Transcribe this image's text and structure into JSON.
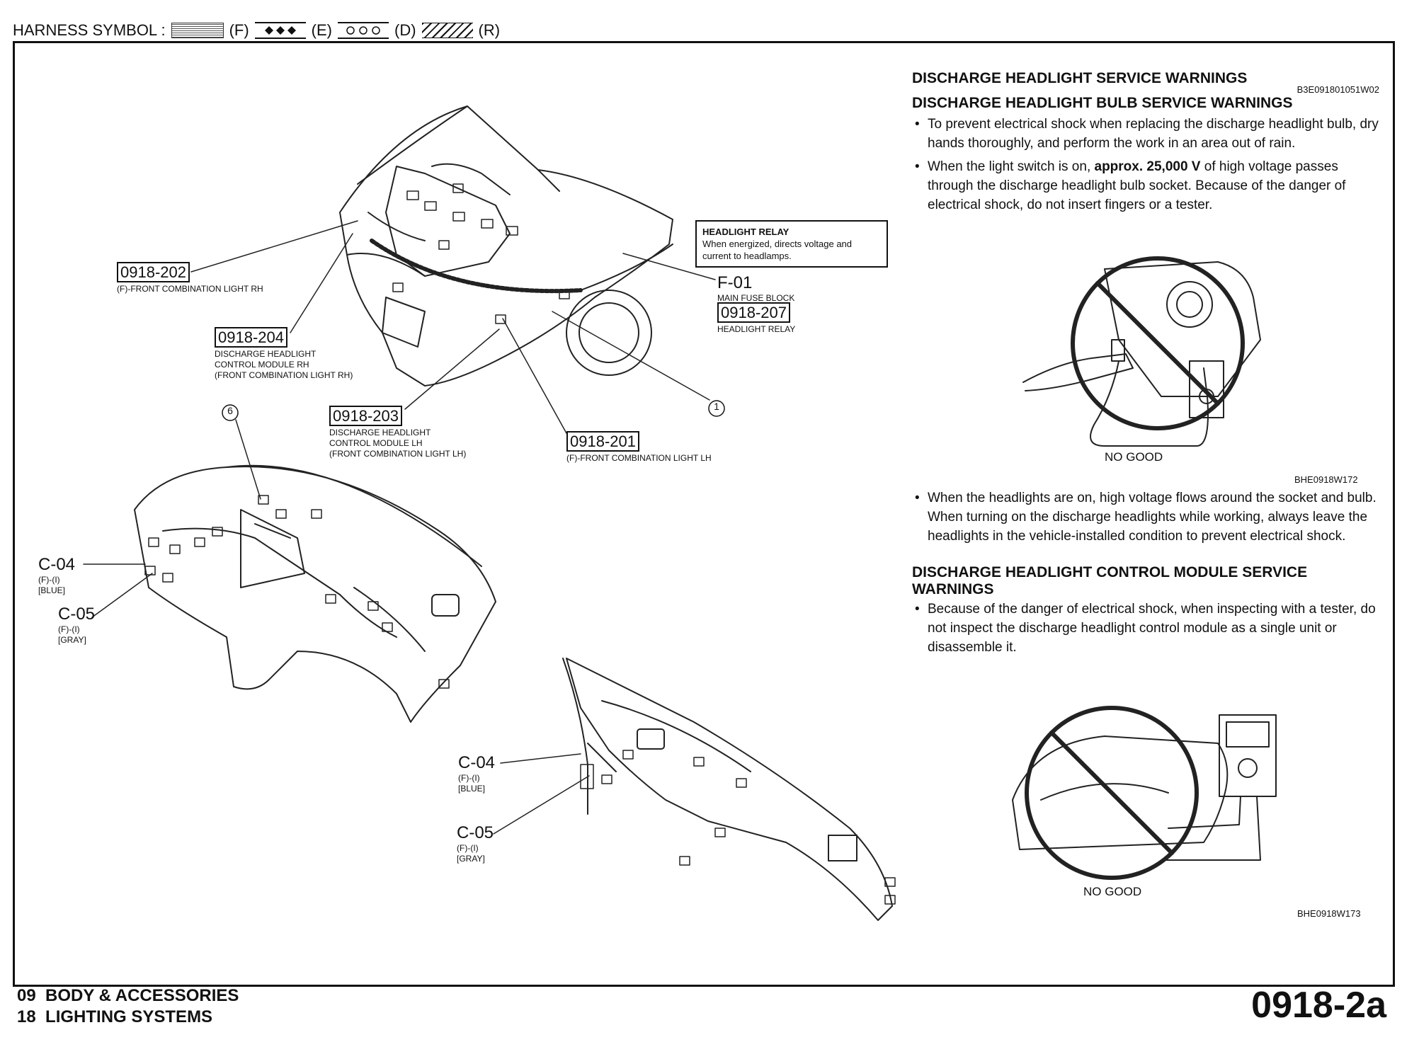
{
  "harness": {
    "label": "HARNESS SYMBOL :",
    "symbols": [
      {
        "code": "(F)"
      },
      {
        "code": "(E)"
      },
      {
        "code": "(D)"
      },
      {
        "code": "(R)"
      }
    ]
  },
  "diagram": {
    "relay_callout": {
      "title": "HEADLIGHT RELAY",
      "text": "When energized, directs voltage and current to headlamps."
    },
    "labels": {
      "l202_code": "0918-202",
      "l202_desc": "(F)-FRONT COMBINATION LIGHT RH",
      "l204_code": "0918-204",
      "l204_desc1": "DISCHARGE HEADLIGHT",
      "l204_desc2": "CONTROL MODULE RH",
      "l204_desc3": "(FRONT COMBINATION LIGHT RH)",
      "l203_code": "0918-203",
      "l203_desc1": "DISCHARGE HEADLIGHT",
      "l203_desc2": "CONTROL MODULE LH",
      "l203_desc3": "(FRONT COMBINATION LIGHT LH)",
      "l201_code": "0918-201",
      "l201_desc": "(F)-FRONT COMBINATION LIGHT LH",
      "f01_code": "F-01",
      "f01_desc": "MAIN FUSE BLOCK",
      "l207_code": "0918-207",
      "l207_desc": "HEADLIGHT RELAY",
      "circle1": "1",
      "circle6": "6",
      "c04a_code": "C-04",
      "c04a_sub1": "(F)-(I)",
      "c04a_sub2": "[BLUE]",
      "c05a_code": "C-05",
      "c05a_sub1": "(F)-(I)",
      "c05a_sub2": "[GRAY]",
      "c04b_code": "C-04",
      "c04b_sub1": "(F)-(I)",
      "c04b_sub2": "[BLUE]",
      "c05b_code": "C-05",
      "c05b_sub1": "(F)-(I)",
      "c05b_sub2": "[GRAY]"
    }
  },
  "warnings": {
    "title_main": "DISCHARGE HEADLIGHT SERVICE WARNINGS",
    "ref_main": "B3E091801051W02",
    "title_bulb": "DISCHARGE HEADLIGHT BULB SERVICE WARNINGS",
    "bullet1": "To prevent electrical shock when replacing the discharge headlight bulb, dry hands thoroughly, and perform the work in an area out of rain.",
    "bullet2_pre": "When the light switch is on, ",
    "bullet2_bold": "approx. 25,000 V",
    "bullet2_post": " of high voltage passes through the discharge headlight bulb socket. Because of the danger of electrical shock, do not insert fingers or a tester.",
    "fig1_caption": "NO GOOD",
    "fig1_ref": "BHE0918W172",
    "bullet3": "When the headlights are on, high voltage flows around the socket and bulb. When turning on the discharge headlights while working, always leave the headlights in the vehicle-installed condition to prevent electrical shock.",
    "title_module": "DISCHARGE HEADLIGHT CONTROL MODULE SERVICE WARNINGS",
    "bullet4": "Because of the danger of electrical shock, when inspecting with a tester, do not inspect the discharge headlight control module as a single unit or disassemble it.",
    "fig2_caption": "NO GOOD",
    "fig2_ref": "BHE0918W173"
  },
  "footer": {
    "line1_num": "09",
    "line1_text": "BODY & ACCESSORIES",
    "line2_num": "18",
    "line2_text": "LIGHTING SYSTEMS",
    "page": "0918-2a"
  }
}
